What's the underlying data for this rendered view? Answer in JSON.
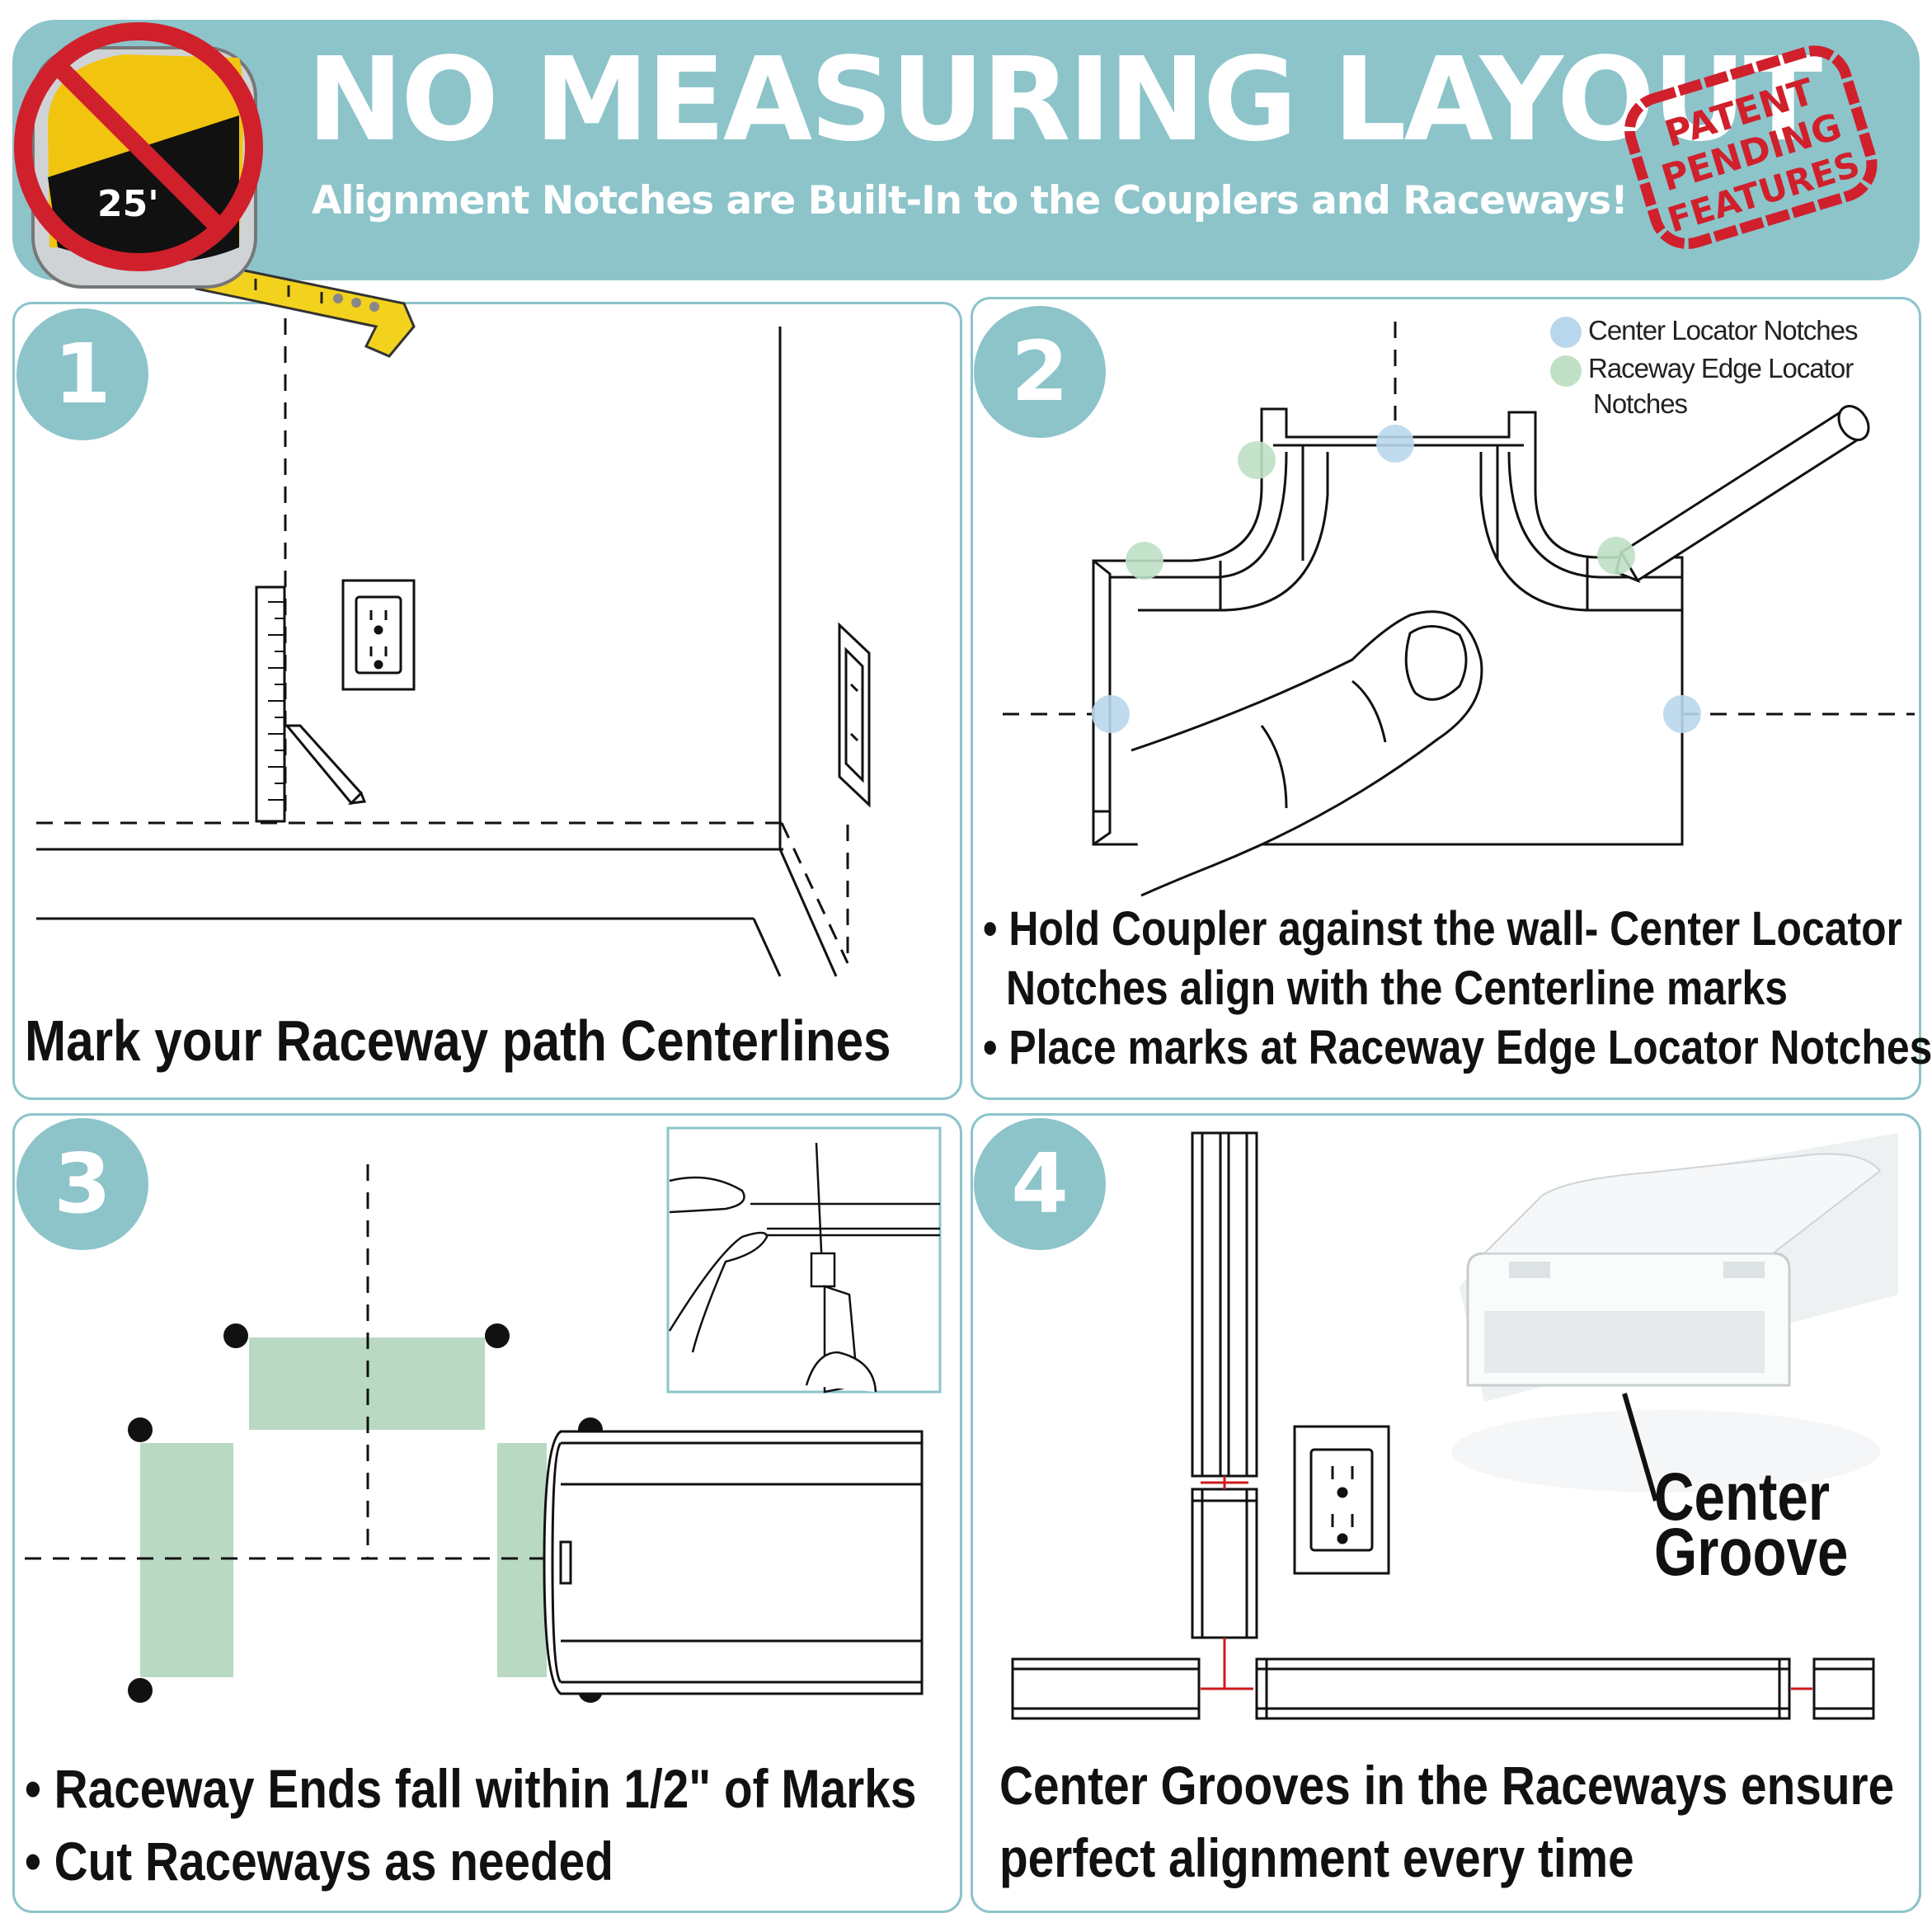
{
  "header": {
    "title": "NO MEASURING LAYOUT",
    "subtitle": "Alignment Notches are Built-In to the Couplers and Raceways!",
    "stamp_lines": [
      "PATENT",
      "PENDING",
      "FEATURES"
    ],
    "tape_label": "25'"
  },
  "steps": [
    {
      "number": "1",
      "captions": [
        "Mark your Raceway path Centerlines"
      ]
    },
    {
      "number": "2",
      "captions": [
        "• Hold Coupler  against the wall-  Center  Locator",
        "  Notches align with the Centerline marks",
        "• Place marks at Raceway Edge Locator Notches"
      ]
    },
    {
      "number": "3",
      "captions": [
        "• Raceway Ends fall within 1/2\" of Marks",
        "• Cut Raceways as needed"
      ]
    },
    {
      "number": "4",
      "captions": [
        "Center Grooves in the Raceways ensure",
        "perfect alignment every time"
      ]
    }
  ],
  "legend": {
    "center": "Center Locator Notches",
    "edge_line1": "Raceway Edge Locator",
    "edge_line2": "Notches"
  },
  "center_groove": [
    "Center",
    "Groove"
  ],
  "colors": {
    "accent": "#8cc4ca",
    "green_area": "#b9d9c3",
    "center_notch": "#b9d7ec",
    "edge_notch": "#bfe0c4",
    "stamp_red": "#d0202c",
    "groove_red": "#cc1b1b"
  },
  "icons": [
    "tape-measure-icon",
    "prohibited-icon",
    "outlet-icon",
    "pencil-icon",
    "ruler-icon",
    "finger-icon",
    "knife-icon"
  ]
}
